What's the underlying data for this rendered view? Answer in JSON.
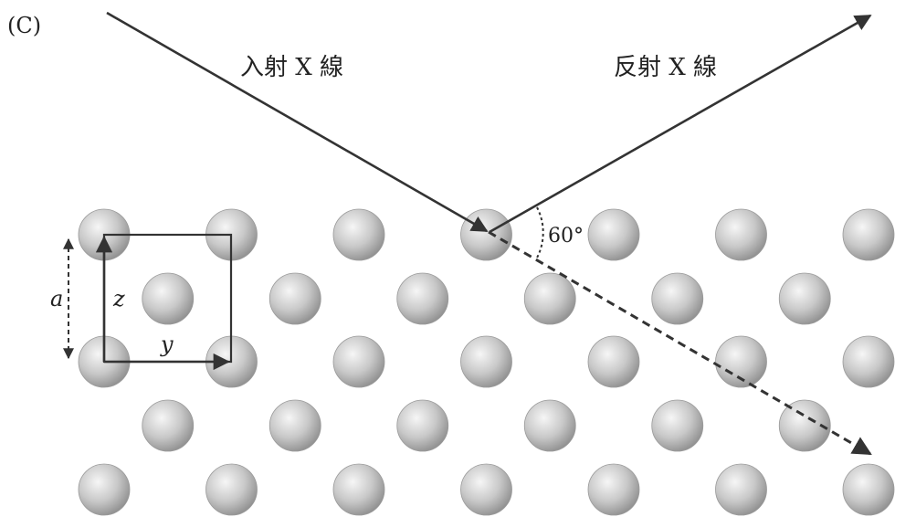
{
  "panel_label": "(C)",
  "incident_label": "入射 X 線",
  "reflected_label": "反射 X 線",
  "angle_label": "60°",
  "lattice_constant_label": "a",
  "axis_z_label": "z",
  "axis_y_label": "y",
  "colors": {
    "atom_highlight": "#f4f4f4",
    "atom_mid": "#c9c9c9",
    "atom_shadow": "#8c8c8c",
    "line": "#333333"
  }
}
